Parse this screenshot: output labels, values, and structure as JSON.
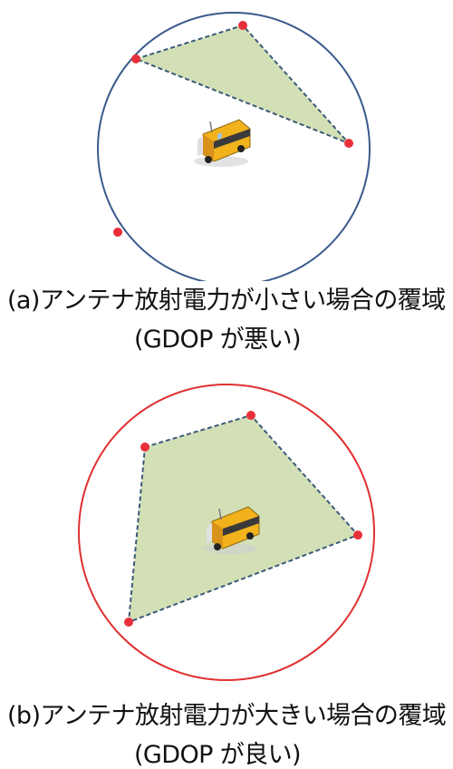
{
  "panels": [
    {
      "id": "a",
      "caption": "(a)アンテナ放射電力が小さい場合の覆域",
      "subcaption": "(GDOP が悪い)",
      "circle_color": "#3a5a8c"
    },
    {
      "id": "b",
      "caption": "(b)アンテナ放射電力が大きい場合の覆域",
      "subcaption": "(GDOP が良い)",
      "circle_color": "#e03030"
    }
  ],
  "colors": {
    "coverage_fill": "#d3e0b6",
    "coverage_edge": "#3b5a78",
    "station_dot": "#e8303a",
    "bus_body": "#f2b21c"
  },
  "icons": {
    "vehicle": "school-bus-icon",
    "station": "antenna-station-dot"
  }
}
